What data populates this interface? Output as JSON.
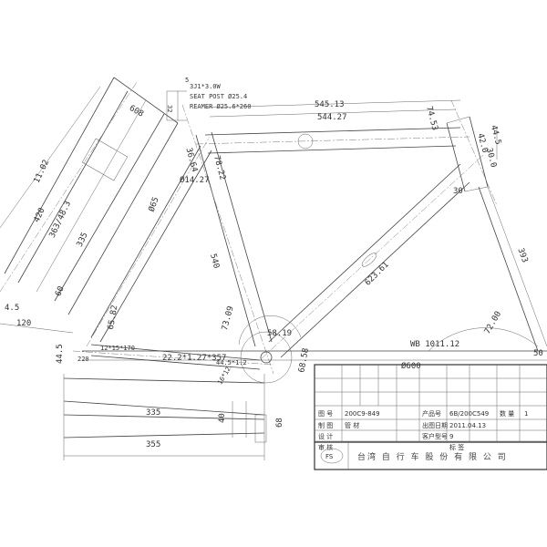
{
  "notes": {
    "seat_clamp": "3J1*3.0W",
    "seat_post": "SEAT POST Ø25.4",
    "reamer": "REAMER Ø25.6*260",
    "n5": "5",
    "n32": "32"
  },
  "dims": {
    "top_outer": "545.13",
    "top_inner": "544.27",
    "seat_tube": "540",
    "down_tube": "623.61",
    "wheelbase": "WB 1011.12",
    "head_len": "74.53",
    "head_a": "44.5",
    "head_b": "42.0",
    "head_c": "30.0",
    "head_d": "30",
    "right_393": "393",
    "angle_72": "72.00",
    "angle_73": "73.09",
    "angle_58": "58.19",
    "bb_68": "68.58",
    "seat_36": "36.64",
    "seat_78": "78.22",
    "seat_14": "Ø14.27",
    "seat_65": "Ø65",
    "fork_608": "608",
    "fork_112": "11.02",
    "fork_420": "420",
    "fork_363": "363/48.3",
    "fork_335": "335",
    "fork_60": "60",
    "fork_45": "4.5",
    "fork_120": "120",
    "chain_6582": "65.82",
    "chain_label": "22.2*1.27*357",
    "chain_small": "12*15*170",
    "chain_ang": "44.5",
    "chain_220": "220",
    "stay_335": "335",
    "stay_355": "355",
    "stay_40": "40",
    "stay_68": "68",
    "n50": "50",
    "n600": "Ø600",
    "bb_cross": "44.5*1.2",
    "bb_cross2": "16*12"
  },
  "title_block": {
    "r1a": "图 号",
    "r1b": "200C9-849",
    "r1c": "产品号",
    "r1d": "6B/200C549",
    "r1e": "数 量",
    "r1f": "1",
    "r2a": "制 图",
    "r2b": "管 材",
    "r2c": "出图日期",
    "r2d": "2011.04.13",
    "r3a": "设 计",
    "r3b": "客户型号",
    "r3c": "9",
    "r4a": "审 核",
    "r4b": "标 签",
    "company": "台湾 自 行 车 股 份 有 限 公 司",
    "logo": "FS"
  }
}
